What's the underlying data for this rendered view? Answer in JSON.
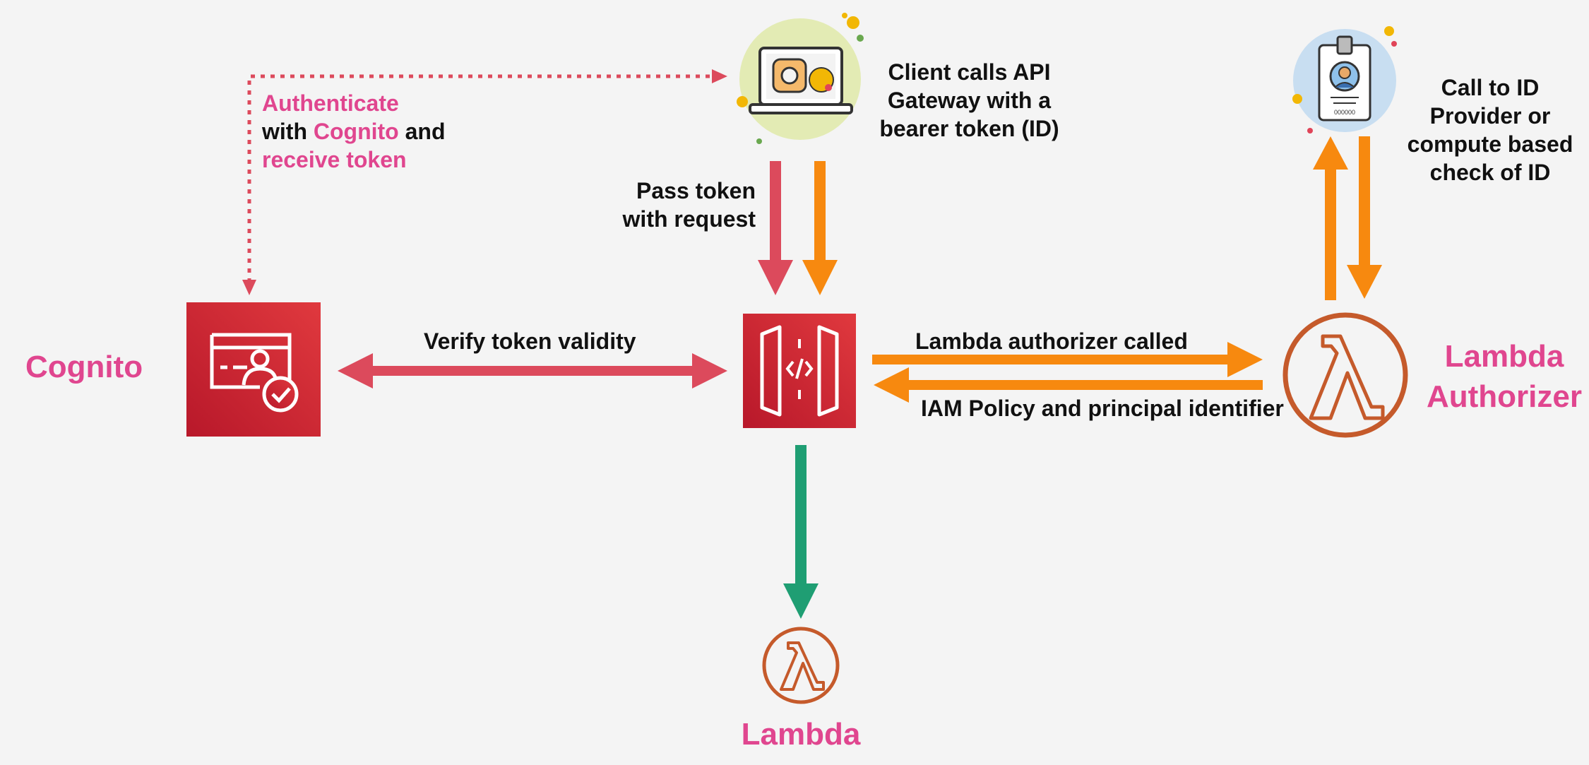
{
  "cognito": {
    "name": "Cognito",
    "auth_line1": "Authenticate",
    "auth_with": "with ",
    "auth_cognito": "Cognito",
    "auth_and": " and",
    "auth_line3": "receive token"
  },
  "client": {
    "caption_line1": "Client calls API",
    "caption_line2": "Gateway with a",
    "caption_line3": "bearer token (ID)"
  },
  "pass_token": {
    "line1": "Pass token",
    "line2": "with request"
  },
  "verify_label": "Verify token validity",
  "authorizer_called_label": "Lambda authorizer called",
  "iam_policy_label": "IAM Policy and principal identifier",
  "id_provider": {
    "line1": "Call to ID",
    "line2": "Provider or",
    "line3": "compute based",
    "line4": "check of ID",
    "badge_text": "000000"
  },
  "lambda_authorizer": {
    "line1": "Lambda",
    "line2": "Authorizer"
  },
  "lambda": {
    "name": "Lambda"
  },
  "colors": {
    "background": "#f4f4f4",
    "pink_text": "#e0468f",
    "red_arrow": "#dc4a5c",
    "orange_arrow": "#f7890f",
    "green_arrow": "#1f9e73",
    "aws_red": "#c8202b",
    "lambda_orange": "#c55a2b",
    "client_circle": "#e3ebb4",
    "id_circle": "#c8def1"
  },
  "icons": [
    "cognito-icon",
    "laptop-icon",
    "api-gateway-icon",
    "id-badge-icon",
    "lambda-icon"
  ]
}
